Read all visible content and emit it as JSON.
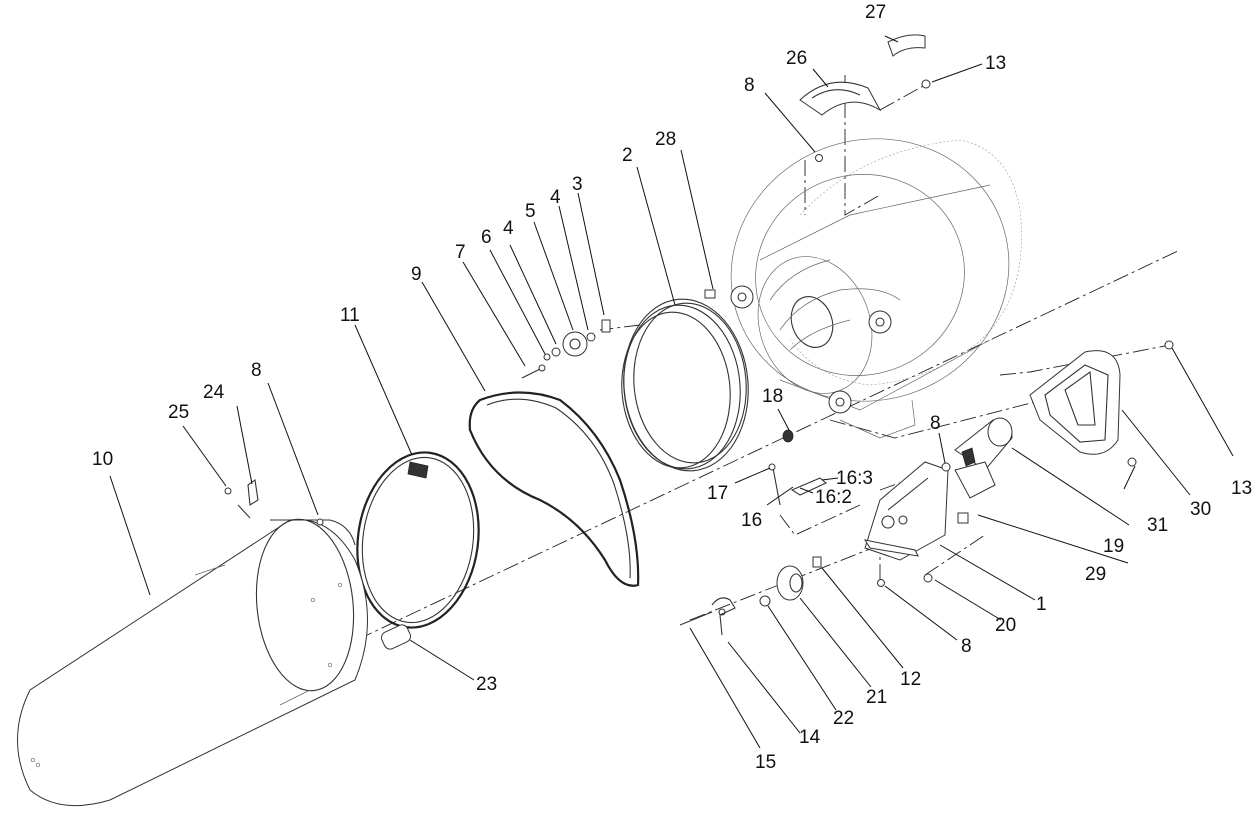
{
  "diagram": {
    "callouts": {
      "c1": "1",
      "c2": "2",
      "c3": "3",
      "c4a": "4",
      "c4b": "4",
      "c5": "5",
      "c6": "6",
      "c7": "7",
      "c8a": "8",
      "c8b": "8",
      "c8c": "8",
      "c8d": "8",
      "c9": "9",
      "c10": "10",
      "c11": "11",
      "c12": "12",
      "c13a": "13",
      "c13b": "13",
      "c14": "14",
      "c15": "15",
      "c16": "16",
      "c16_2": "16:2",
      "c16_3": "16:3",
      "c17": "17",
      "c18": "18",
      "c19": "19",
      "c20": "20",
      "c21": "21",
      "c22": "22",
      "c23": "23",
      "c24": "24",
      "c25": "25",
      "c26": "26",
      "c27": "27",
      "c28": "28",
      "c29": "29",
      "c30": "30",
      "c31": "31"
    }
  }
}
